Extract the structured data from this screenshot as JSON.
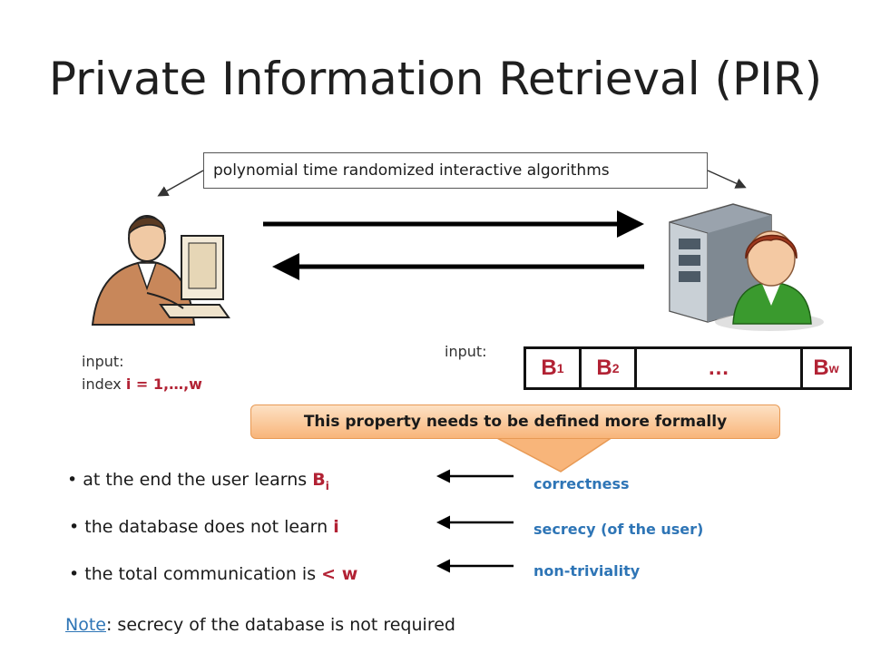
{
  "title": "Private Information Retrieval (PIR)",
  "algorithm_box": "polynomial time randomized interactive algorithms",
  "user": {
    "input_label": "input:",
    "index_prefix": "index ",
    "index_value": "i = 1,…,w"
  },
  "database": {
    "input_label": "input:",
    "cells": [
      {
        "main": "B",
        "sub": "1"
      },
      {
        "main": "B",
        "sub": "2"
      },
      {
        "main": "…",
        "sub": ""
      },
      {
        "main": "B",
        "sub": "w"
      }
    ]
  },
  "callout": "This property needs to be defined more formally",
  "properties": [
    {
      "bullet_text": "at the end the user learns ",
      "highlight": "B",
      "highlight_sub": "i",
      "label": "correctness"
    },
    {
      "bullet_text": "the database does not learn ",
      "highlight": "i",
      "highlight_sub": "",
      "label": "secrecy (of the user)"
    },
    {
      "bullet_text": "the total communication is ",
      "highlight": "< w",
      "highlight_sub": "",
      "label": "non-triviality"
    }
  ],
  "note": {
    "label": "Note",
    "text": ": secrecy of the database is not required"
  },
  "colors": {
    "red": "#b22234",
    "blue": "#2e75b6",
    "callout_orange": "#f8b57a"
  }
}
